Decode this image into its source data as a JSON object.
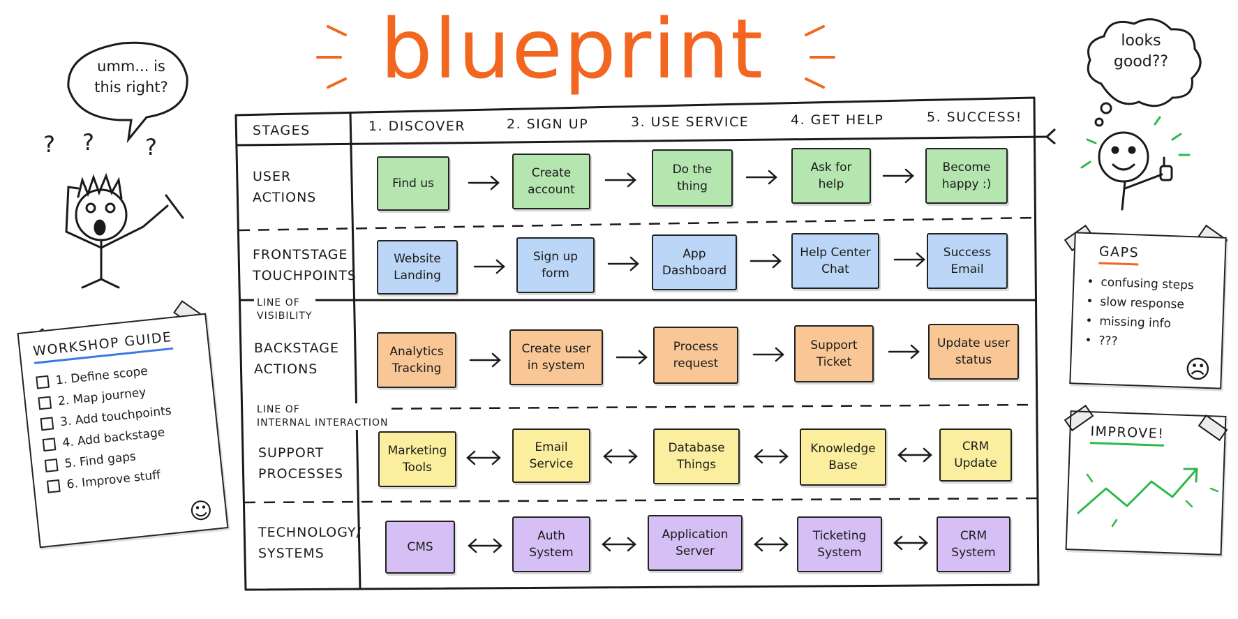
{
  "title": "blueprint",
  "speech_left": "umm... is\nthis right?",
  "thought_right": "looks\ngood??",
  "question_marks": [
    "?",
    "?",
    "?"
  ],
  "table": {
    "header_label": "STAGES",
    "stages": [
      "1. DISCOVER",
      "2. SIGN UP",
      "3. USE SERVICE",
      "4. GET HELP",
      "5. SUCCESS!"
    ],
    "rows": [
      {
        "label": "USER\nACTIONS",
        "color": "#b6e6b0",
        "cells": [
          "Find us",
          "Create\naccount",
          "Do the\nthing",
          "Ask for\nhelp",
          "Become\nhappy :)"
        ]
      },
      {
        "label": "FRONTSTAGE\nTOUCHPOINTS",
        "color": "#bcd6f7",
        "cells": [
          "Website\nLanding",
          "Sign up\nform",
          "App\nDashboard",
          "Help Center\nChat",
          "Success\nEmail"
        ]
      },
      {
        "label": "BACKSTAGE\nACTIONS",
        "color": "#f9c795",
        "cells": [
          "Analytics\nTracking",
          "Create user\nin system",
          "Process\nrequest",
          "Support\nTicket",
          "Update user\nstatus"
        ]
      },
      {
        "label": "SUPPORT\nPROCESSES",
        "color": "#fbef9f",
        "cells": [
          "Marketing\nTools",
          "Email\nService",
          "Database\nThings",
          "Knowledge\nBase",
          "CRM\nUpdate"
        ]
      },
      {
        "label": "TECHNOLOGY/\nSYSTEMS",
        "color": "#d5bff5",
        "cells": [
          "CMS",
          "Auth\nSystem",
          "Application\nServer",
          "Ticketing\nSystem",
          "CRM\nSystem"
        ]
      }
    ],
    "line_of_visibility": "LINE OF\nVISIBILITY",
    "line_of_internal": "LINE OF\nINTERNAL INTERACTION"
  },
  "workshop_guide": {
    "title": "WORKSHOP GUIDE",
    "items": [
      "1. Define scope",
      "2. Map journey",
      "3. Add touchpoints",
      "4. Add backstage",
      "5. Find gaps",
      "6. Improve stuff"
    ],
    "face": "☺"
  },
  "gaps": {
    "title": "GAPS",
    "items": [
      "confusing steps",
      "slow response",
      "missing info",
      "???"
    ],
    "face": "☹"
  },
  "improve": {
    "title": "IMPROVE!"
  },
  "colors": {
    "accent_orange": "#f2661f",
    "green": "#2eb84a",
    "blue_underline": "#3b78e7"
  }
}
